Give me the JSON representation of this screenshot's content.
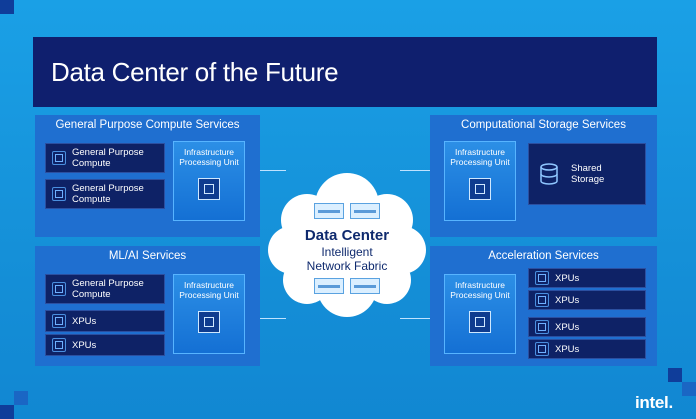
{
  "title": "Data Center of the Future",
  "center": {
    "line1": "Data Center",
    "line2": "Intelligent",
    "line3": "Network Fabric"
  },
  "panels": {
    "general_compute": {
      "title": "General Purpose Compute Services",
      "items": [
        "General Purpose Compute",
        "General Purpose Compute"
      ],
      "ipu": "Infrastructure Processing Unit"
    },
    "ml_ai": {
      "title": "ML/AI Services",
      "items": [
        "General Purpose Compute",
        "XPUs",
        "XPUs"
      ],
      "ipu": "Infrastructure Processing Unit"
    },
    "storage": {
      "title": "Computational Storage Services",
      "ipu": "Infrastructure Processing Unit",
      "item": "Shared Storage"
    },
    "acceleration": {
      "title": "Acceleration Services",
      "ipu": "Infrastructure Processing Unit",
      "items": [
        "XPUs",
        "XPUs",
        "XPUs",
        "XPUs"
      ]
    }
  },
  "logo": "intel."
}
